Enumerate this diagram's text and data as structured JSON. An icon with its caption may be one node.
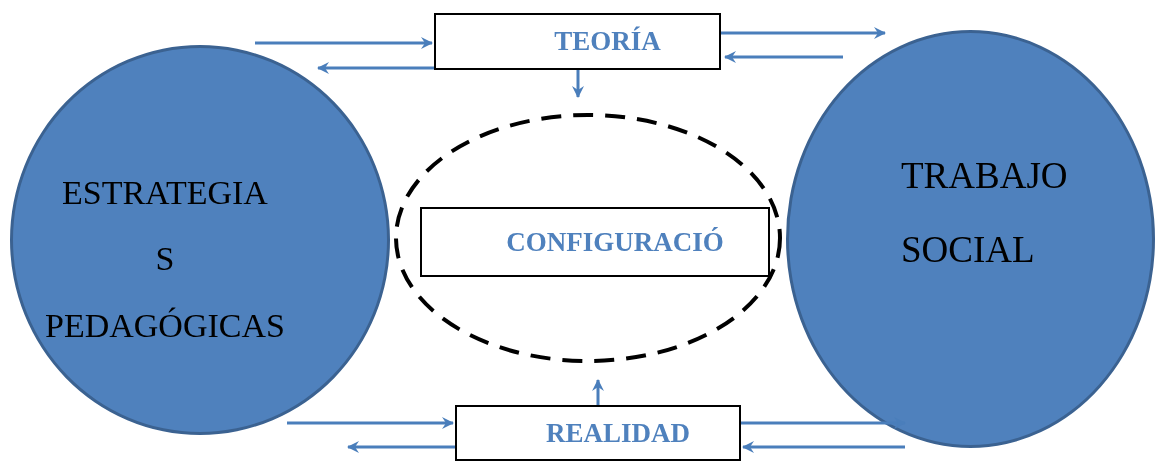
{
  "diagram": {
    "nodes": [
      {
        "text": [
          "ESTRATEGIA S PEDAGÓGICAS"
        ]
      },
      {
        "text": [
          "TEORÍA"
        ]
      },
      {
        "text": [],
        "shape": "ellipse"
      },
      {
        "text": [
          "CONFIGURACIÓ"
        ],
        "in": 2
      },
      {
        "text": [
          "TRABAJO SOCIAL"
        ]
      },
      {
        "text": [
          "REALIDAD"
        ]
      }
    ],
    "edges": [
      {
        "from": 0,
        "to": 1,
        "arrow": "to"
      },
      {
        "from": 1,
        "to": 0,
        "arrow": "to"
      },
      {
        "from": 1,
        "to": 4,
        "arrow": "to"
      },
      {
        "from": 4,
        "to": 1,
        "arrow": "to"
      },
      {
        "from": 1,
        "to": 2,
        "arrow": "to"
      },
      {
        "from": 5,
        "to": 2,
        "arrow": "to"
      },
      {
        "from": 0,
        "to": 5,
        "arrow": "to"
      },
      {
        "from": 5,
        "to": 0,
        "arrow": "to"
      },
      {
        "from": 5,
        "to": 4,
        "arrow": "to"
      },
      {
        "from": 4,
        "to": 5,
        "arrow": "to"
      }
    ]
  }
}
